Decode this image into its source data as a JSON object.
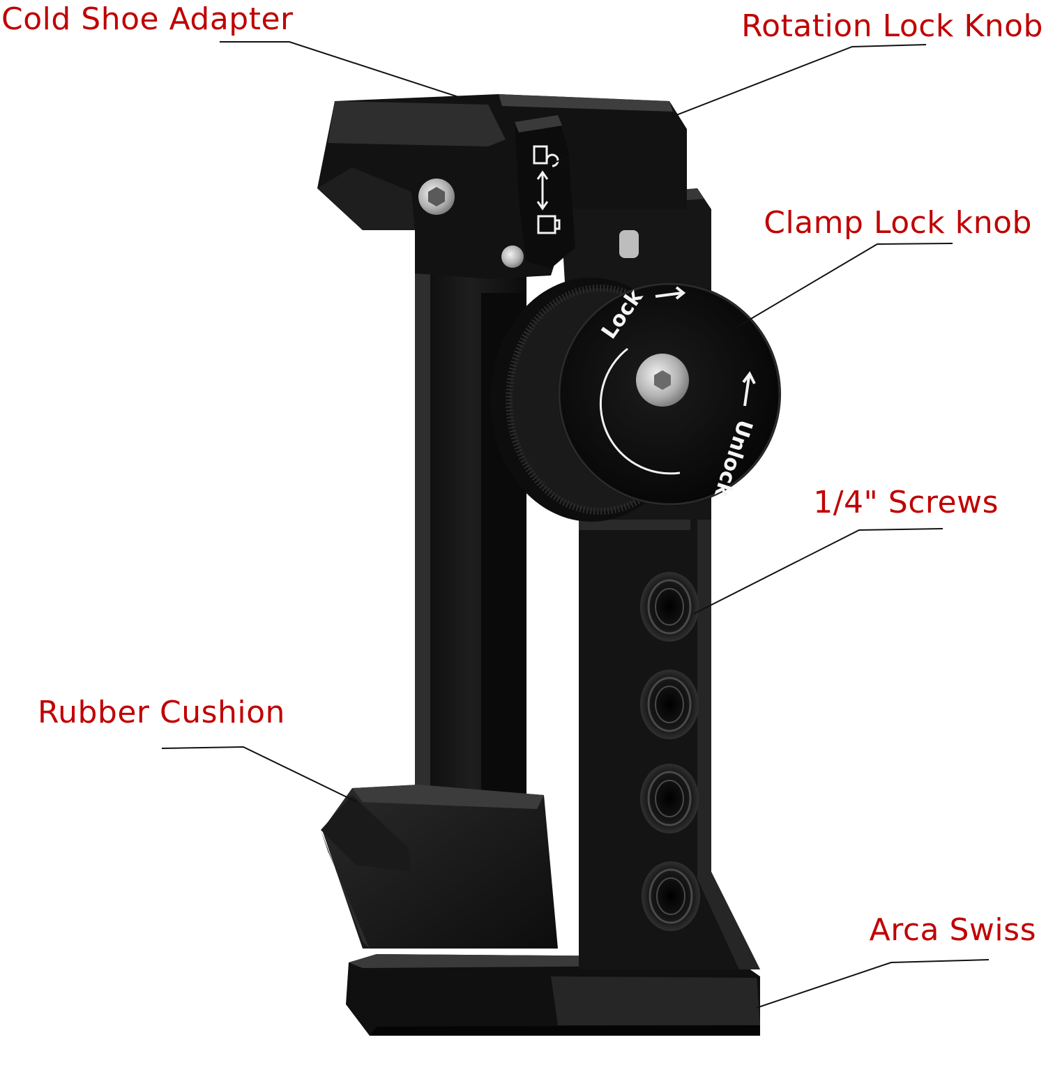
{
  "callouts": {
    "cold_shoe": "Cold Shoe Adapter",
    "rotation_lock": "Rotation Lock Knob",
    "clamp_lock": "Clamp Lock knob",
    "screws": "1/4\" Screws",
    "rubber_cushion": "Rubber Cushion",
    "arca_swiss": "Arca Swiss"
  },
  "knob": {
    "lock_text": "Lock",
    "unlock_text": "Unlock"
  },
  "colors": {
    "label": "#c00000",
    "body": "#141414",
    "leader": "#111111"
  }
}
